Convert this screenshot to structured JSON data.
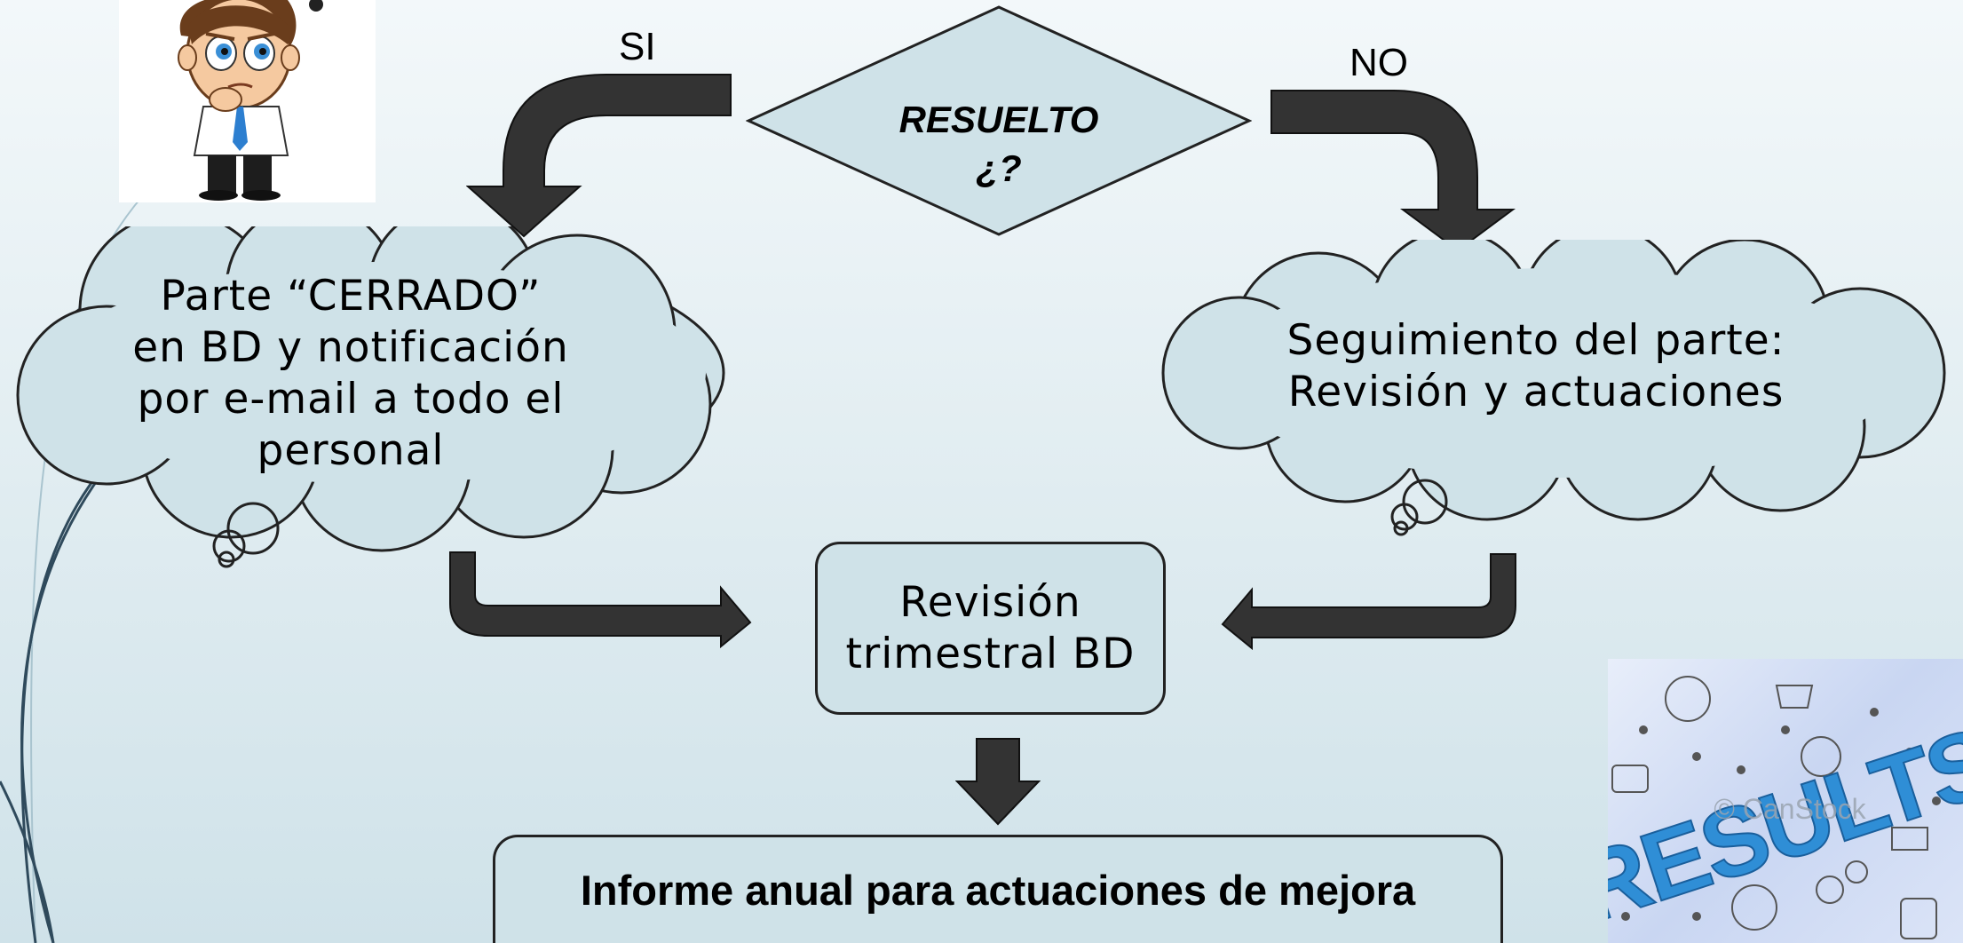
{
  "decision": {
    "line1": "RESUELTO",
    "line2": "¿?"
  },
  "branch_yes": "SI",
  "branch_no": "NO",
  "cloud_left": {
    "line1": "Parte “CERRADO”",
    "line2": "en BD y notificación",
    "line3": "por  e-mail a todo el",
    "line4": "personal"
  },
  "cloud_right": {
    "line1": "Seguimiento del parte:",
    "line2": "Revisión y actuaciones"
  },
  "review_box": {
    "line1": "Revisión",
    "line2": "trimestral BD"
  },
  "final_box": "Informe anual para actuaciones de mejora",
  "results_image": {
    "label": "RESULTS",
    "watermark": "© CanStock"
  },
  "colors": {
    "shape_fill": "#cfe2e8",
    "arrow_fill": "#333333",
    "results_blue": "#2f8ed6"
  }
}
